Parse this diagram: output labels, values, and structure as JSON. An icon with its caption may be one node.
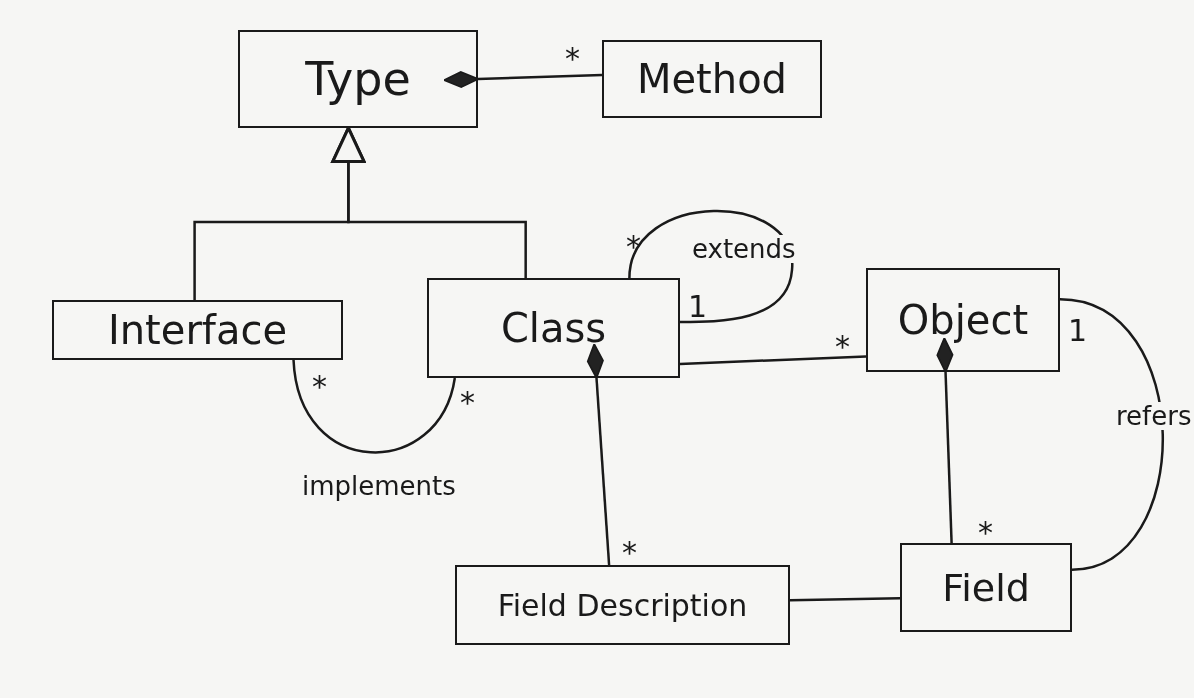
{
  "diagram": {
    "nodes": [
      {
        "text": [
          "Type"
        ]
      },
      {
        "text": [
          "Method"
        ]
      },
      {
        "text": [
          "Interface"
        ]
      },
      {
        "text": [
          "Class"
        ]
      },
      {
        "text": [
          "Object"
        ]
      },
      {
        "text": [
          "Field Description"
        ]
      },
      {
        "text": [
          "Field"
        ]
      }
    ],
    "edges": [
      {
        "from": 0,
        "to": 1,
        "arrow": "other"
      },
      {
        "from": 2,
        "to": 0,
        "arrow": "to"
      },
      {
        "from": 3,
        "to": 0,
        "arrow": "to"
      },
      {
        "from": 3,
        "to": 3,
        "arrow": "none",
        "label": "extends"
      },
      {
        "from": 3,
        "to": 4,
        "arrow": "none"
      },
      {
        "from": 2,
        "to": 3,
        "arrow": "none",
        "label": "implements"
      },
      {
        "from": 3,
        "to": 5,
        "arrow": "other"
      },
      {
        "from": 4,
        "to": 6,
        "arrow": "other"
      },
      {
        "from": 5,
        "to": 6,
        "arrow": "none"
      },
      {
        "from": 4,
        "to": 6,
        "arrow": "none",
        "label": "refers"
      }
    ],
    "labels": [
      "*",
      "*",
      "1",
      "1",
      "*",
      "*",
      "*",
      "*",
      "*"
    ]
  }
}
